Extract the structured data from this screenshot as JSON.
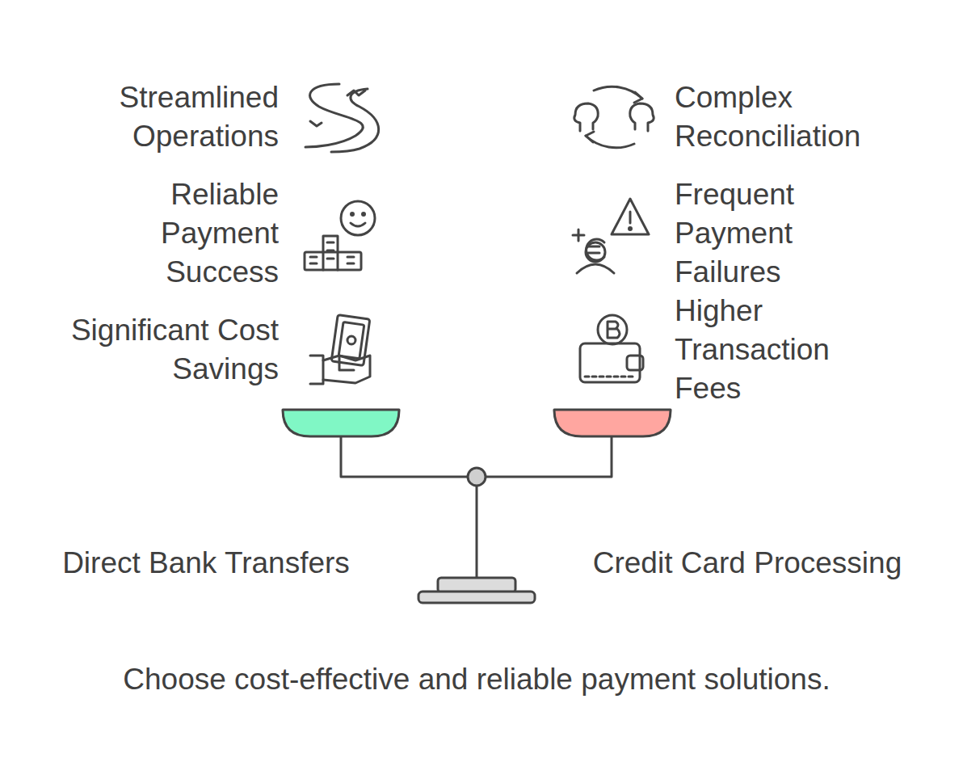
{
  "diagram": {
    "caption": "Choose cost-effective and reliable payment solutions.",
    "labels": [
      "Streamlined Operations",
      "Complex Reconciliation",
      "Reliable Payment Success",
      "Frequent Payment Failures",
      "Significant Cost Savings",
      "Higher Transaction Fees",
      "Direct Bank Transfers",
      "Credit Card Processing"
    ]
  }
}
